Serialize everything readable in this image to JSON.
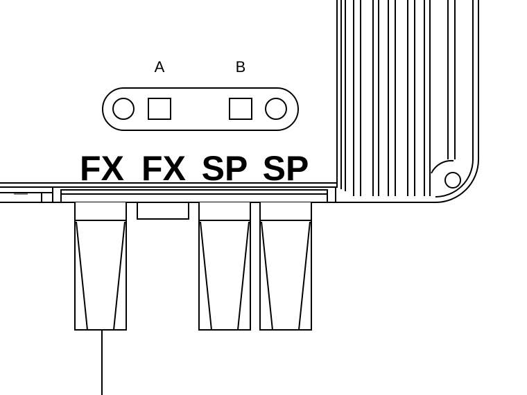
{
  "selector": {
    "label_a": "A",
    "label_b": "B"
  },
  "ports": [
    {
      "label": "FX"
    },
    {
      "label": "FX"
    },
    {
      "label": "SP"
    },
    {
      "label": "SP"
    }
  ]
}
